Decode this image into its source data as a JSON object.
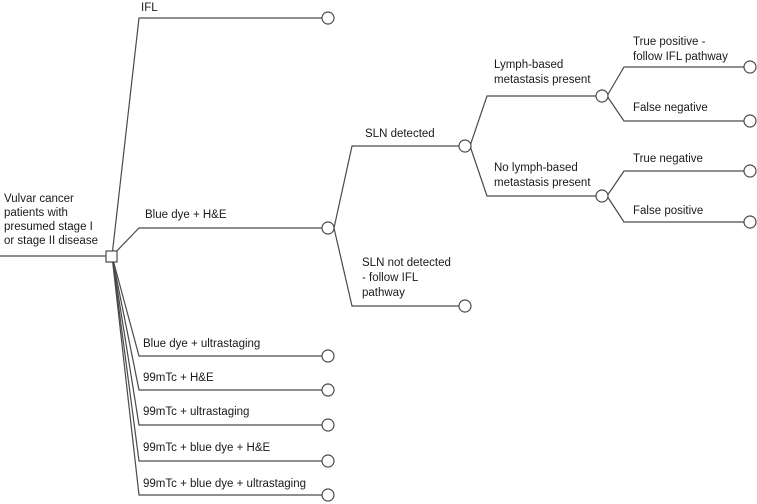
{
  "root": {
    "label_lines": [
      "Vulvar cancer",
      "patients with",
      "presumed stage I",
      "or stage II disease"
    ]
  },
  "strategies": {
    "ifl": "IFL",
    "blue_he": "Blue dye + H&E",
    "blue_ultra": "Blue dye + ultrastaging",
    "tc_he": "99mTc + H&E",
    "tc_ultra": "99mTc + ultrastaging",
    "tc_blue_he": "99mTc + blue dye + H&E",
    "tc_blue_ultra": "99mTc + blue dye + ultrastaging"
  },
  "sln": {
    "detected": "SLN detected",
    "not_detected_lines": [
      "SLN not detected",
      "- follow IFL",
      "pathway"
    ]
  },
  "metastasis": {
    "present_lines": [
      "Lymph-based",
      "metastasis present"
    ],
    "absent_lines": [
      "No lymph-based",
      "metastasis present"
    ]
  },
  "outcomes": {
    "true_positive_lines": [
      "True positive -",
      "follow IFL pathway"
    ],
    "false_negative": "False negative",
    "true_negative": "True negative",
    "false_positive": "False positive"
  }
}
